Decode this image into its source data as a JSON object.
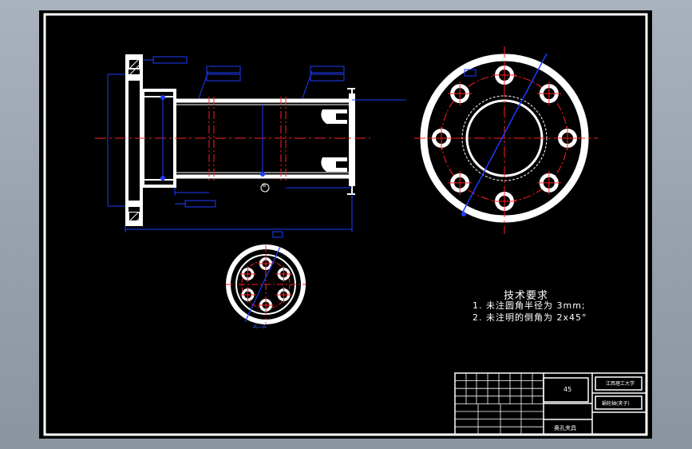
{
  "drawing": {
    "title": "",
    "technical_requirements": {
      "heading": "技术要求",
      "items": [
        "1. 未注圆角半径为 3mm;",
        "2. 未注明的倒角为 2x45°"
      ]
    },
    "section_label": "A—A",
    "detail_marker": "B",
    "title_block": {
      "material": "45",
      "school": "江西理工大学",
      "part_name": "蜗轮轴(夹子)",
      "drawing_number": "奥孔夹具"
    }
  },
  "colors": {
    "sheet_background": "#000000",
    "outline": "#ffffff",
    "centerline": "#ff2020",
    "dimension": "#1e3cff",
    "app_background": "#9aa4ae"
  }
}
